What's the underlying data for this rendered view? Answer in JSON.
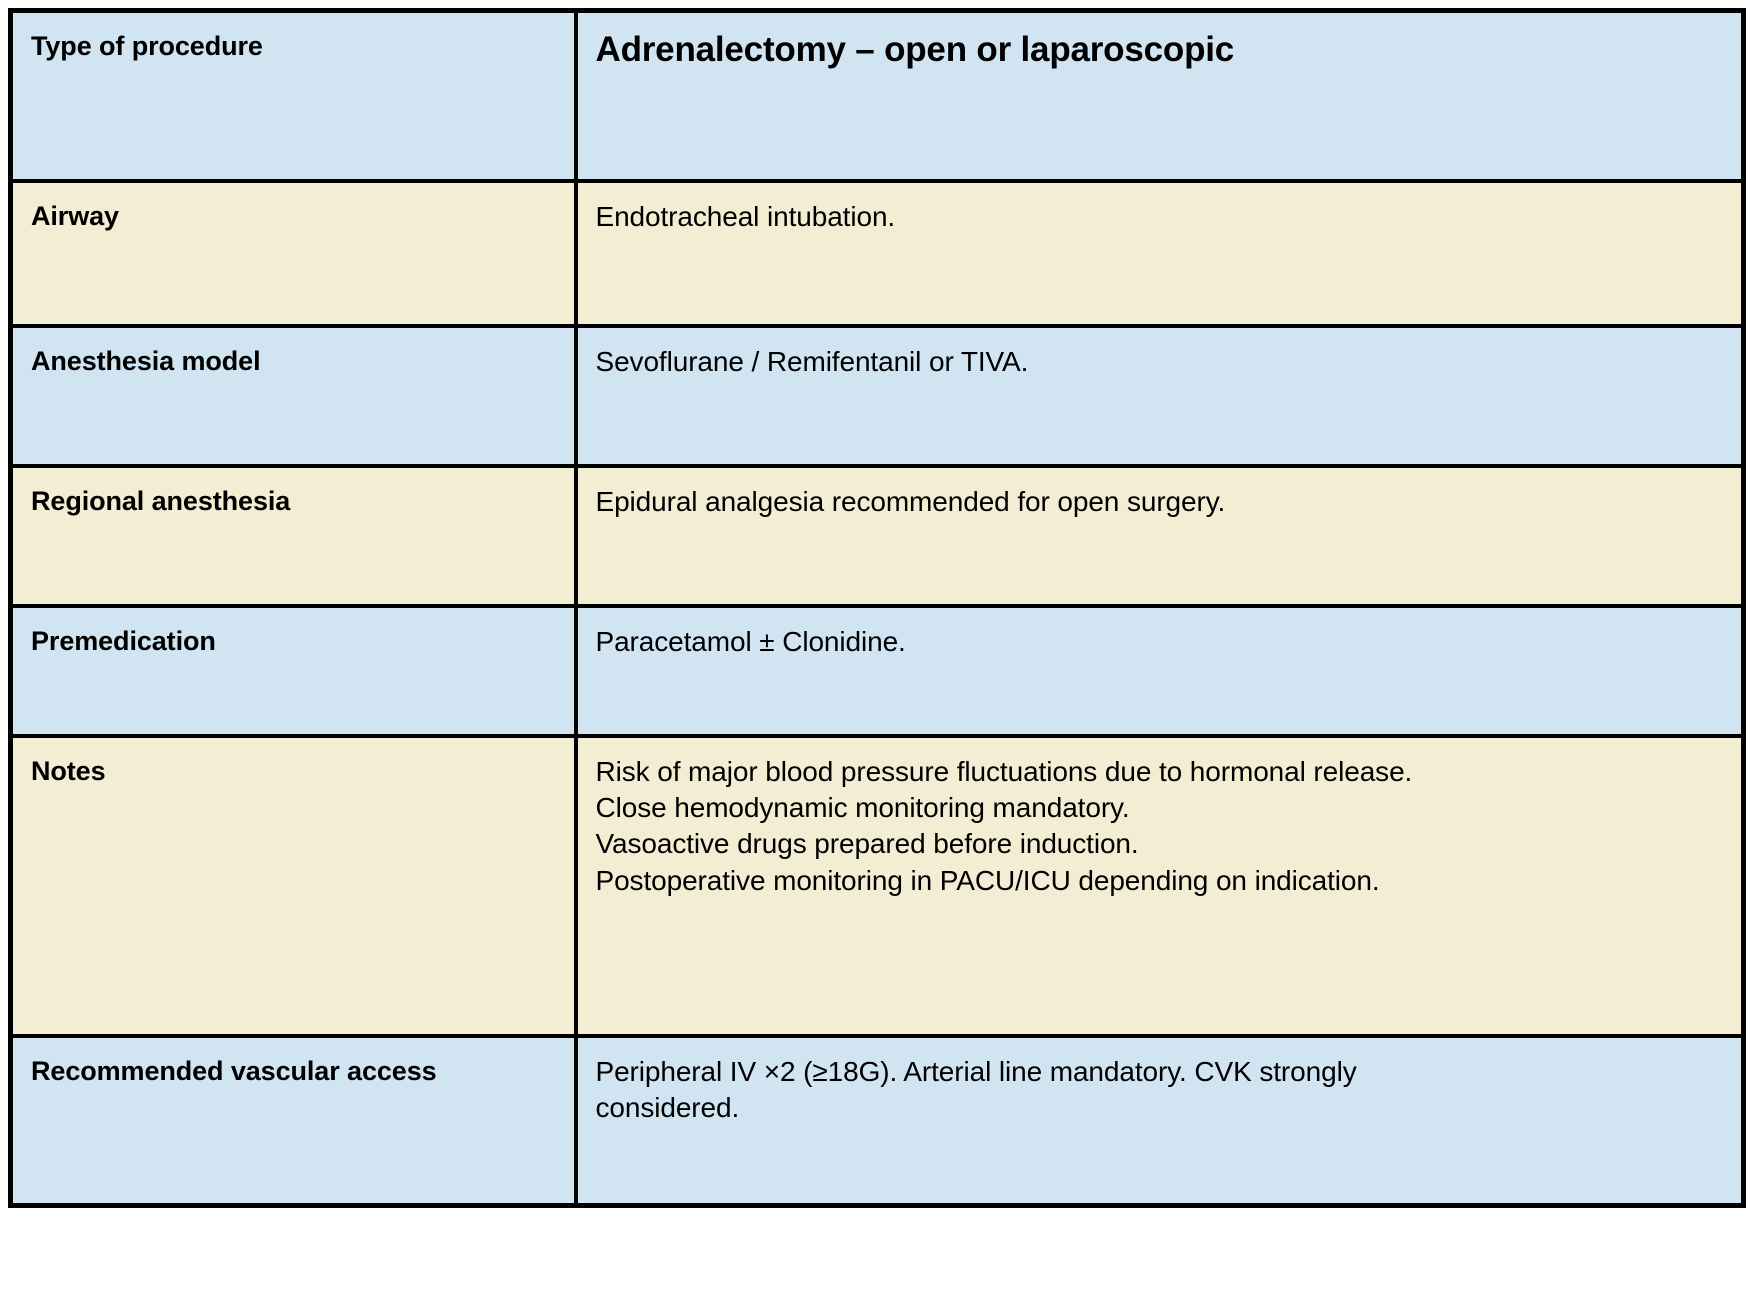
{
  "document": {
    "kind": "anesthesia-procedure-card",
    "colors": {
      "row_blue": "#d0e4f2",
      "row_cream": "#f3eed3",
      "border": "#000000",
      "text": "#000000",
      "page_background": "#ffffff"
    }
  },
  "table": {
    "columns": [
      "label",
      "value"
    ],
    "rows": [
      {
        "id": "type-of-procedure",
        "shade": "blue",
        "label": "Type of procedure",
        "value_title": "Adrenalectomy – open or laparoscopic",
        "value_lines": []
      },
      {
        "id": "airway",
        "shade": "cream",
        "label": "Airway",
        "value_lines": [
          "Endotracheal intubation."
        ]
      },
      {
        "id": "anesthesia-model",
        "shade": "blue",
        "label": "Anesthesia model",
        "value_lines": [
          "Sevoflurane / Remifentanil or TIVA."
        ]
      },
      {
        "id": "regional-anesthesia",
        "shade": "cream",
        "label": "Regional anesthesia",
        "value_lines": [
          "Epidural analgesia recommended for open surgery."
        ]
      },
      {
        "id": "premedication",
        "shade": "blue",
        "label": "Premedication",
        "value_lines": [
          "Paracetamol ± Clonidine."
        ]
      },
      {
        "id": "notes",
        "shade": "cream",
        "label": "Notes",
        "value_lines": [
          "Risk of major blood pressure fluctuations due to hormonal release.",
          "Close hemodynamic monitoring mandatory.",
          "Vasoactive drugs prepared before induction.",
          "Postoperative monitoring in PACU/ICU depending on indication."
        ]
      },
      {
        "id": "recommended-vascular-access",
        "shade": "blue",
        "label": "Recommended vascular access",
        "value_lines": [
          "Peripheral IV ×2 (≥18G). Arterial line mandatory. CVK strongly",
          "considered."
        ]
      }
    ]
  }
}
